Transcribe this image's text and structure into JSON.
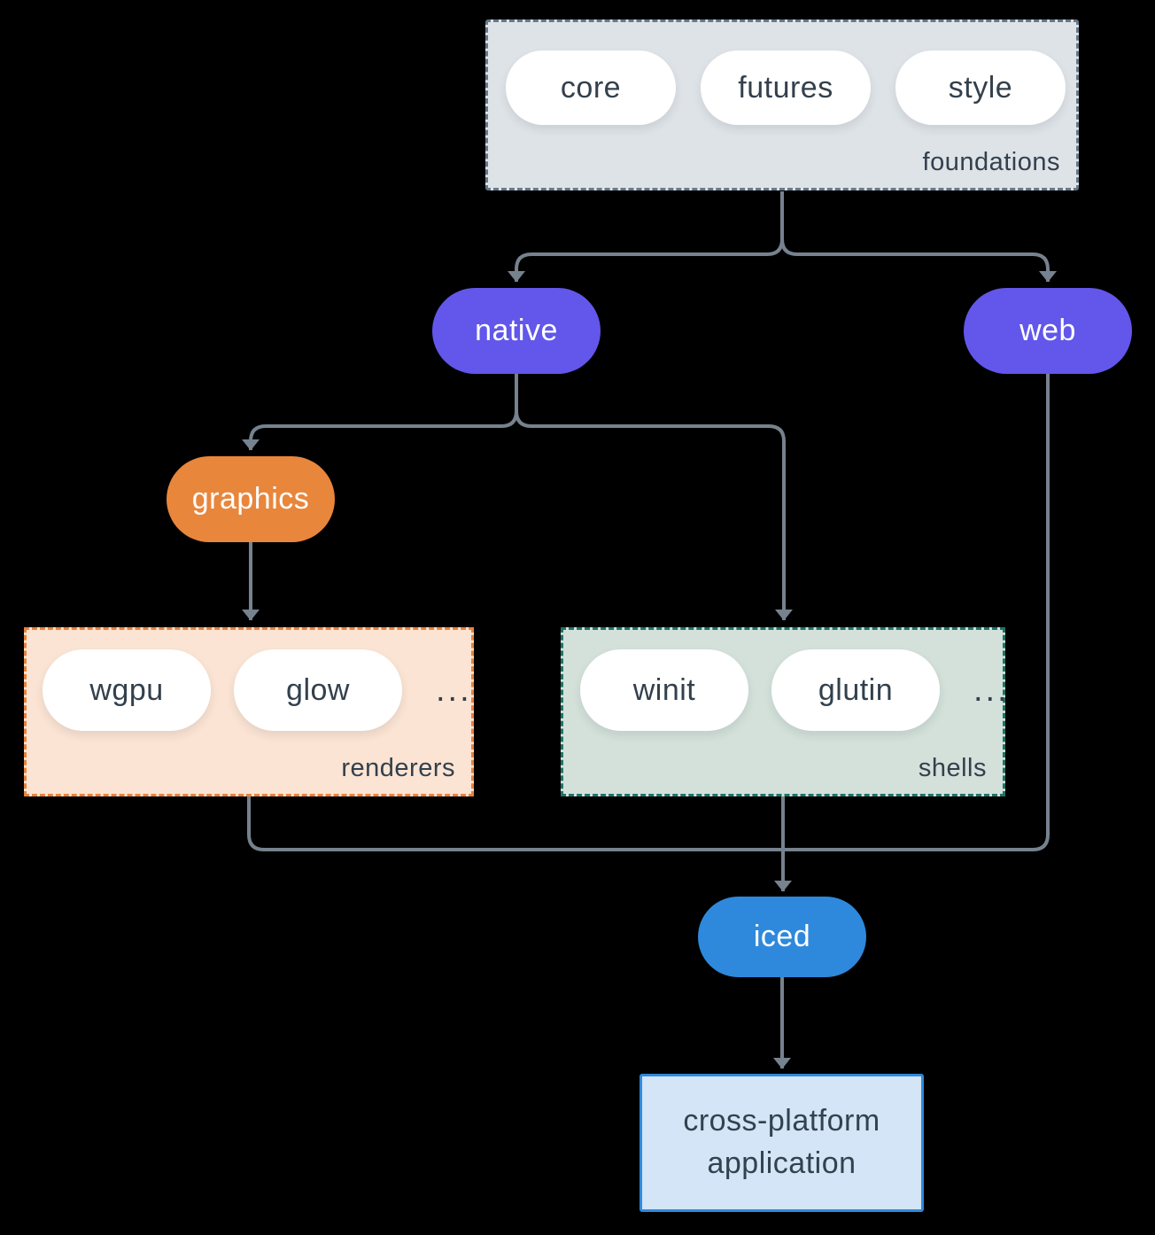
{
  "diagram": {
    "foundations": {
      "label": "foundations",
      "pills": [
        "core",
        "futures",
        "style"
      ]
    },
    "native": "native",
    "web": "web",
    "graphics": "graphics",
    "renderers": {
      "label": "renderers",
      "pills": [
        "wgpu",
        "glow"
      ],
      "ellipsis": "..."
    },
    "shells": {
      "label": "shells",
      "pills": [
        "winit",
        "glutin"
      ],
      "ellipsis": "..."
    },
    "iced": "iced",
    "application": {
      "line1": "cross-platform",
      "line2": "application"
    }
  },
  "colors": {
    "background": "#000000",
    "arrow": "#76828e",
    "purple_pill": "#6257ea",
    "orange_pill": "#e8863c",
    "blue_pill": "#2e89dc",
    "foundations_fill": "#dee3e7",
    "foundations_border": "#66788a",
    "renderers_fill": "#fbe4d3",
    "renderers_border": "#e8823d",
    "shells_fill": "#d3e1da",
    "shells_border": "#1f7468",
    "application_fill": "#d3e5f6",
    "application_border": "#2e89dc",
    "text_dark": "#33404d",
    "text_light": "#ffffff"
  }
}
